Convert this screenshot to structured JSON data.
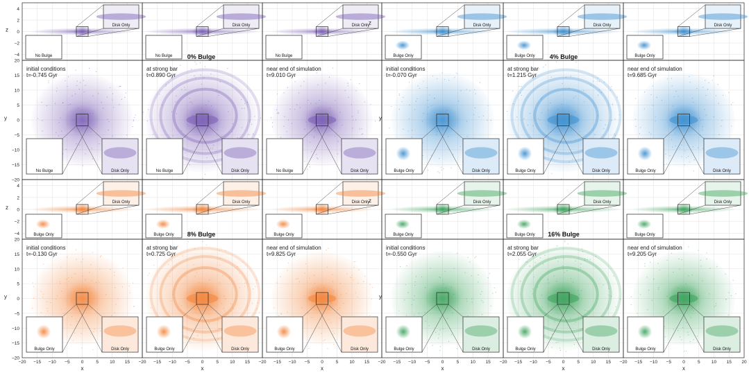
{
  "colors": {
    "purple": "#7a5fb5",
    "blue": "#3d8fd0",
    "orange": "#f2853c",
    "green": "#3da35d",
    "grid": "#e4e4e4",
    "frame": "#222222"
  },
  "chart_data": {
    "type": "scatter",
    "x_axis": {
      "label": "x",
      "range": [
        -20,
        20
      ],
      "ticks": [
        "−20",
        "−15",
        "−10",
        "−5",
        "0",
        "5",
        "10",
        "15"
      ]
    },
    "y_axis_face": {
      "label": "y",
      "range": [
        -20,
        20
      ],
      "ticks": [
        "20",
        "15",
        "10",
        "5",
        "0",
        "−5",
        "−10",
        "−15",
        "−20"
      ]
    },
    "z_axis_edge": {
      "label": "z",
      "range": [
        -5,
        5
      ],
      "ticks": [
        "4",
        "2",
        "0",
        "−2",
        "−4"
      ]
    },
    "grid": true,
    "bulge_labels": [
      "0% Bulge",
      "4% Bulge",
      "8% Bulge",
      "16% Bulge"
    ],
    "groups": [
      {
        "bulge": "0% Bulge",
        "color": "purple",
        "panels": [
          {
            "stage": "initial conditions",
            "time": "t=-0.745 Gyr",
            "left_inset": "No Bulge",
            "right_inset": "Disk Only"
          },
          {
            "stage": "at strong bar",
            "time": "t=0.890 Gyr",
            "left_inset": "No Bulge",
            "right_inset": "Disk Only"
          },
          {
            "stage": "near end of simulation",
            "time": "t=9.010 Gyr",
            "left_inset": "No Bulge",
            "right_inset": "Disk Only"
          }
        ]
      },
      {
        "bulge": "4% Bulge",
        "color": "blue",
        "panels": [
          {
            "stage": "initial conditions",
            "time": "t=-0.070 Gyr",
            "left_inset": "Bulge Only",
            "right_inset": "Disk Only"
          },
          {
            "stage": "at strong bar",
            "time": "t=1.215 Gyr",
            "left_inset": "Bulge Only",
            "right_inset": "Disk Only"
          },
          {
            "stage": "near end of simulation",
            "time": "t=9.685 Gyr",
            "left_inset": "Bulge Only",
            "right_inset": "Disk Only"
          }
        ]
      },
      {
        "bulge": "8% Bulge",
        "color": "orange",
        "panels": [
          {
            "stage": "initial conditions",
            "time": "t=-0.130 Gyr",
            "left_inset": "Bulge Only",
            "right_inset": "Disk Only"
          },
          {
            "stage": "at strong bar",
            "time": "t=0.725 Gyr",
            "left_inset": "Bulge Only",
            "right_inset": "Disk Only"
          },
          {
            "stage": "near end of simulation",
            "time": "t=9.825 Gyr",
            "left_inset": "Bulge Only",
            "right_inset": "Disk Only"
          }
        ]
      },
      {
        "bulge": "16% Bulge",
        "color": "green",
        "panels": [
          {
            "stage": "initial conditions",
            "time": "t=-0.550 Gyr",
            "left_inset": "Bulge Only",
            "right_inset": "Disk Only"
          },
          {
            "stage": "at strong bar",
            "time": "t=2.055 Gyr",
            "left_inset": "Bulge Only",
            "right_inset": "Disk Only"
          },
          {
            "stage": "near end of simulation",
            "time": "t=9.205 Gyr",
            "left_inset": "Bulge Only",
            "right_inset": "Disk Only"
          }
        ]
      }
    ]
  }
}
